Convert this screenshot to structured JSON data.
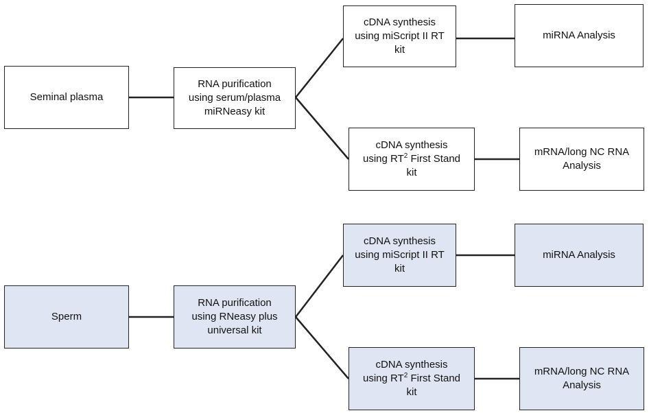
{
  "diagram": {
    "fill_color_top": "#ffffff",
    "fill_color_bottom": "#dfe5f2",
    "stroke_color": "#222222",
    "top_flow": {
      "source": "Seminal plasma",
      "purification": [
        "RNA purification",
        "using serum/plasma",
        "miRNeasy kit"
      ],
      "cdna_mirna": [
        "cDNA synthesis",
        "using miScript II RT",
        "kit"
      ],
      "mirna_analysis": "miRNA Analysis",
      "cdna_mrna": {
        "line1": "cDNA synthesis",
        "line2_prefix": "using RT",
        "line2_sup": "2",
        "line2_suffix": " First Stand",
        "line3": "kit"
      },
      "mrna_analysis": [
        "mRNA/long NC RNA",
        "Analysis"
      ]
    },
    "bottom_flow": {
      "source": "Sperm",
      "purification": [
        "RNA purification",
        "using RNeasy plus",
        "universal kit"
      ],
      "cdna_mirna": [
        "cDNA synthesis",
        "using miScript II RT",
        "kit"
      ],
      "mirna_analysis": "miRNA Analysis",
      "cdna_mrna": {
        "line1": "cDNA synthesis",
        "line2_prefix": "using RT",
        "line2_sup": "2",
        "line2_suffix": " First Stand",
        "line3": "kit"
      },
      "mrna_analysis": [
        "mRNA/long NC RNA",
        "Analysis"
      ]
    }
  }
}
